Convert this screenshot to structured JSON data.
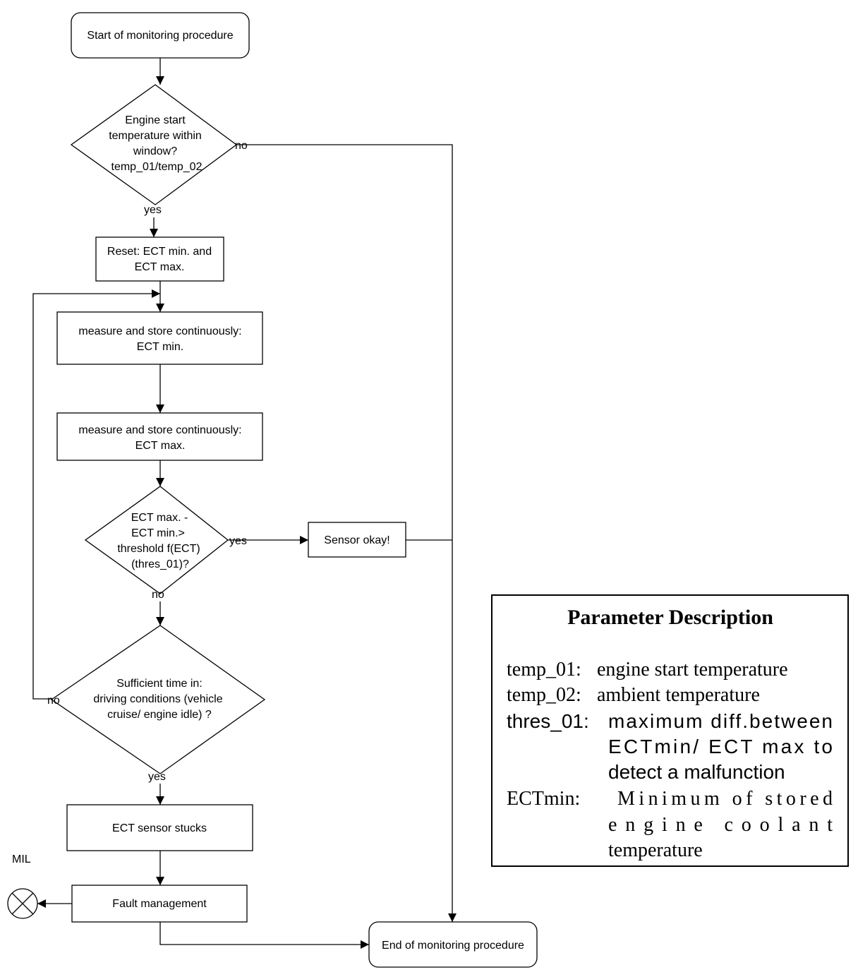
{
  "nodes": {
    "start": "Start of monitoring procedure",
    "decision_temp": [
      "Engine start",
      "temperature within",
      "window?",
      "temp_01/temp_02"
    ],
    "reset": [
      "Reset: ECT min. and",
      "ECT max."
    ],
    "measure_min": [
      "measure and store continuously:",
      "ECT min."
    ],
    "measure_max": [
      "measure and store continuously:",
      "ECT max."
    ],
    "decision_threshold": [
      "ECT max. -",
      "ECT min.>",
      "threshold f(ECT)",
      "(thres_01)?"
    ],
    "sensor_okay": "Sensor okay!",
    "decision_time": [
      "Sufficient time in:",
      "driving conditions (vehicle",
      "cruise/ engine idle) ?"
    ],
    "stuck": "ECT sensor stucks",
    "fault": "Fault management",
    "end": "End of monitoring procedure",
    "mil": "MIL"
  },
  "edge_labels": {
    "temp_no": "no",
    "temp_yes": "yes",
    "threshold_yes": "yes",
    "threshold_no": "no",
    "time_no": "no",
    "time_yes": "yes"
  },
  "legend": {
    "title": "Parameter Description",
    "temp_01_term": "temp_01:",
    "temp_01_desc": "engine start temperature",
    "temp_02_term": "temp_02:",
    "temp_02_desc": "ambient temperature",
    "thres_01_term": "thres_01:",
    "thres_01_desc": [
      "maximum diff.between",
      "ECTmin/ ECT max to",
      "detect a malfunction"
    ],
    "ectmin_term": "ECTmin:",
    "ectmin_desc": [
      "Minimum of stored",
      "engine coolant",
      "temperature"
    ]
  }
}
